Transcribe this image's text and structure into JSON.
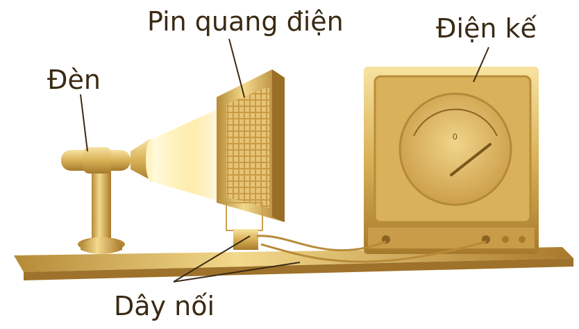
{
  "labels": {
    "lamp": "Đèn",
    "photocell": "Pin quang điện",
    "meter": "Điện kế",
    "wires": "Dây nối"
  },
  "meter": {
    "zero_mark": "0"
  },
  "colors": {
    "gold_light": "#f3d98c",
    "gold_mid": "#d6ac4e",
    "gold_dark": "#9a7126",
    "beam": "#fff1b0",
    "label_text": "#3a2a14",
    "pointer_line": "#3a2a14"
  }
}
